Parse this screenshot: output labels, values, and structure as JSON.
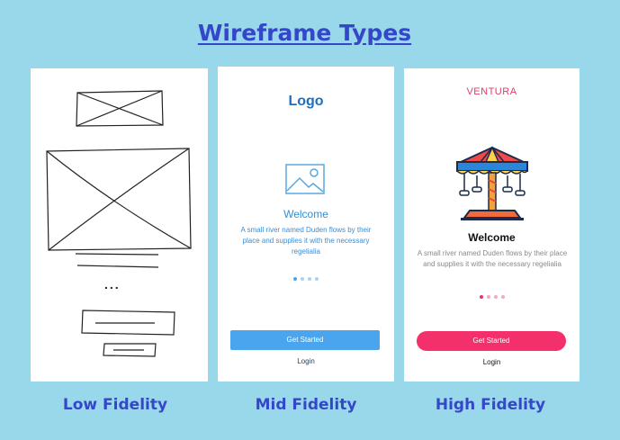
{
  "title": "Wireframe Types",
  "captions": {
    "low": "Low Fidelity",
    "mid": "Mid Fidelity",
    "high": "High Fidelity"
  },
  "low_fidelity": {
    "ellipsis": "..."
  },
  "mid_fidelity": {
    "logo": "Logo",
    "welcome": "Welcome",
    "body": "A small river named Duden flows by their place and supplies it with the necessary regelialia",
    "cta": "Get Started",
    "login": "Login",
    "icon": "image-placeholder-icon",
    "accent": "#4aa5ee"
  },
  "high_fidelity": {
    "brand": "VENTURA",
    "welcome": "Welcome",
    "body": "A small river named Duden flows by their place and supplies it with the necessary regelialia",
    "cta": "Get Started",
    "login": "Login",
    "icon": "carousel-illustration",
    "accent": "#f3306a"
  },
  "colors": {
    "background": "#98d8ea",
    "heading": "#3547c9"
  }
}
